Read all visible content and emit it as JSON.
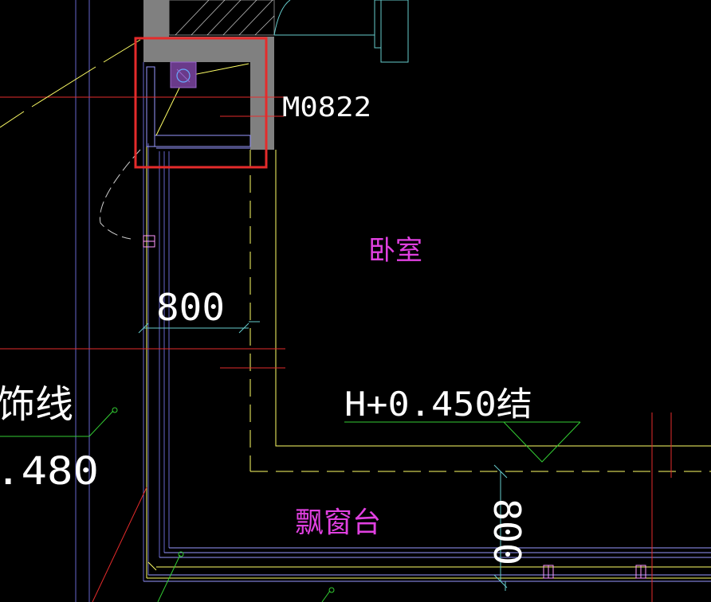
{
  "labels": {
    "door_tag": "M0822",
    "room_name": "卧室",
    "dim_horizontal": "800",
    "level_note": "H+0.450结",
    "bay_window_sill": "飘窗台",
    "dim_vertical": "800",
    "left_note": "饰线",
    "left_value": ".480"
  },
  "colors": {
    "background": "#000000",
    "wall_fill": "#808080",
    "highlight_box": "#e52b2b",
    "door_tag": "#ffffff",
    "room_name": "#e040e0",
    "level_note": "#ffffff",
    "level_symbol": "#33cc33",
    "axis_line": "#e52b2b",
    "window_line": "#9999ff",
    "yellow_line": "#ffff66",
    "cyan_line": "#66cccc"
  }
}
